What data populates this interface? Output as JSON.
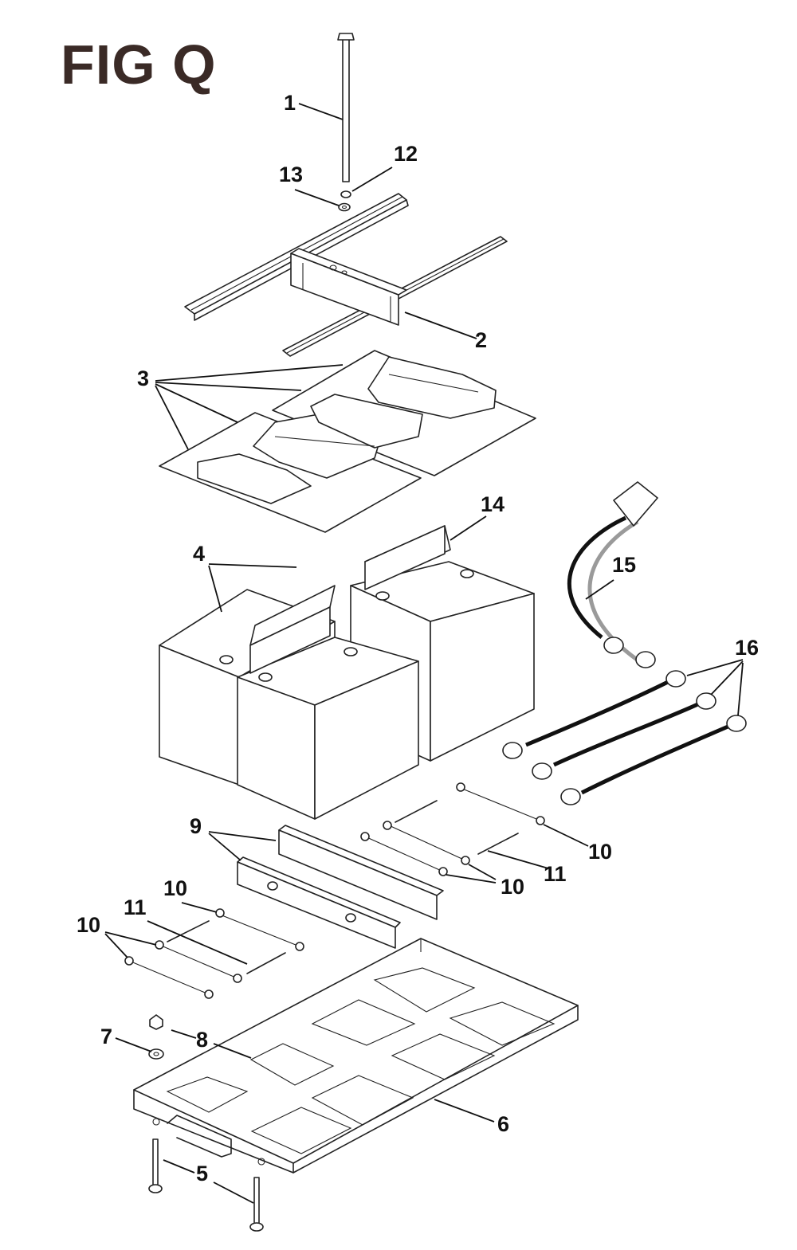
{
  "figure": {
    "title": "FIG Q"
  },
  "callouts": {
    "c1": "1",
    "c2": "2",
    "c3": "3",
    "c4": "4",
    "c5": "5",
    "c6": "6",
    "c7": "7",
    "c8": "8",
    "c9": "9",
    "c10a": "10",
    "c10b": "10",
    "c10c": "10",
    "c10d": "10",
    "c11a": "11",
    "c11b": "11",
    "c12": "12",
    "c13": "13",
    "c14": "14",
    "c15": "15",
    "c16": "16"
  },
  "colors": {
    "line": "#222222",
    "title": "#3a2a26",
    "cable_black": "#111111",
    "cable_gray": "#9a9a9a"
  }
}
